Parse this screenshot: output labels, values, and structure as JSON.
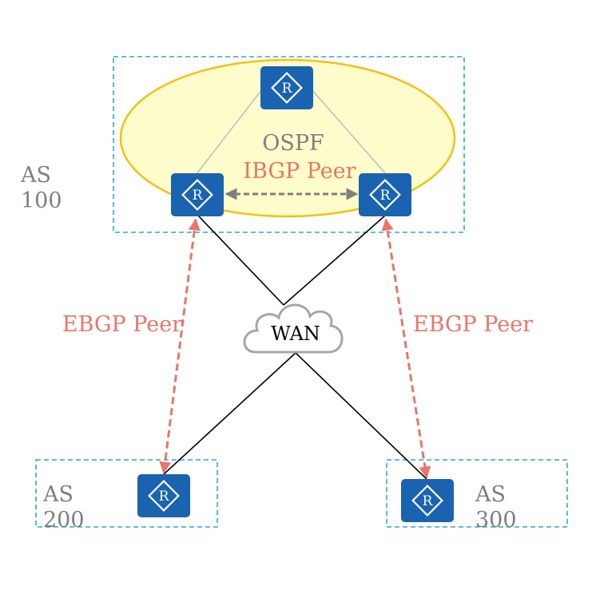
{
  "colors": {
    "router_fill": "#1a63b0",
    "as_box_stroke": "#29a9d6",
    "ospf_fill": "#fefccb",
    "ospf_stroke": "#f5c012",
    "ebgp_line": "#e8756a",
    "ibgp_line": "#7f7f7f",
    "link_line": "#000000",
    "ospf_link": "#bdbdbd",
    "cloud_stroke": "#a6a6a6"
  },
  "icons": {
    "router": "router-icon",
    "cloud": "cloud-icon"
  },
  "labels": {
    "as100_line1": "AS",
    "as100_line2": "100",
    "as200_line1": "AS",
    "as200_line2": "200",
    "as300_line1": "AS",
    "as300_line2": "300",
    "ospf": "OSPF",
    "ibgp": "IBGP Peer",
    "ebgp_left": "EBGP Peer",
    "ebgp_right": "EBGP Peer",
    "wan": "WAN",
    "router_glyph": "R"
  }
}
